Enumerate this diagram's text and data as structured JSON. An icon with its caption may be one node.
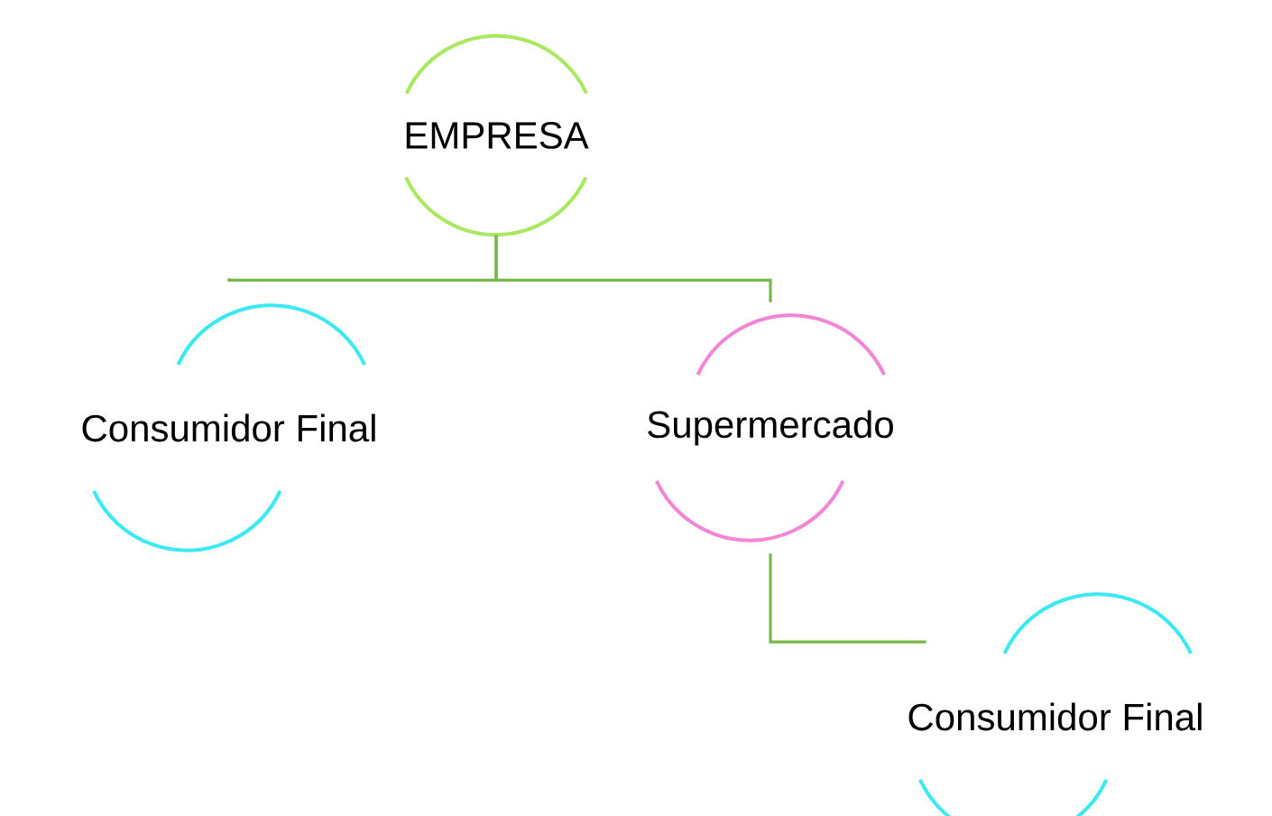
{
  "diagram": {
    "nodes": [
      {
        "text": [
          "EMPRESA"
        ]
      },
      {
        "text": [
          "Consumidor Final"
        ]
      },
      {
        "text": [
          "Supermercado"
        ]
      },
      {
        "text": [
          "Consumidor Final"
        ]
      }
    ],
    "edges": [
      {
        "from": 0,
        "to": 1,
        "arrow": "none"
      },
      {
        "from": 0,
        "to": 2,
        "arrow": "none"
      },
      {
        "from": 2,
        "to": 3,
        "arrow": "none"
      }
    ]
  }
}
